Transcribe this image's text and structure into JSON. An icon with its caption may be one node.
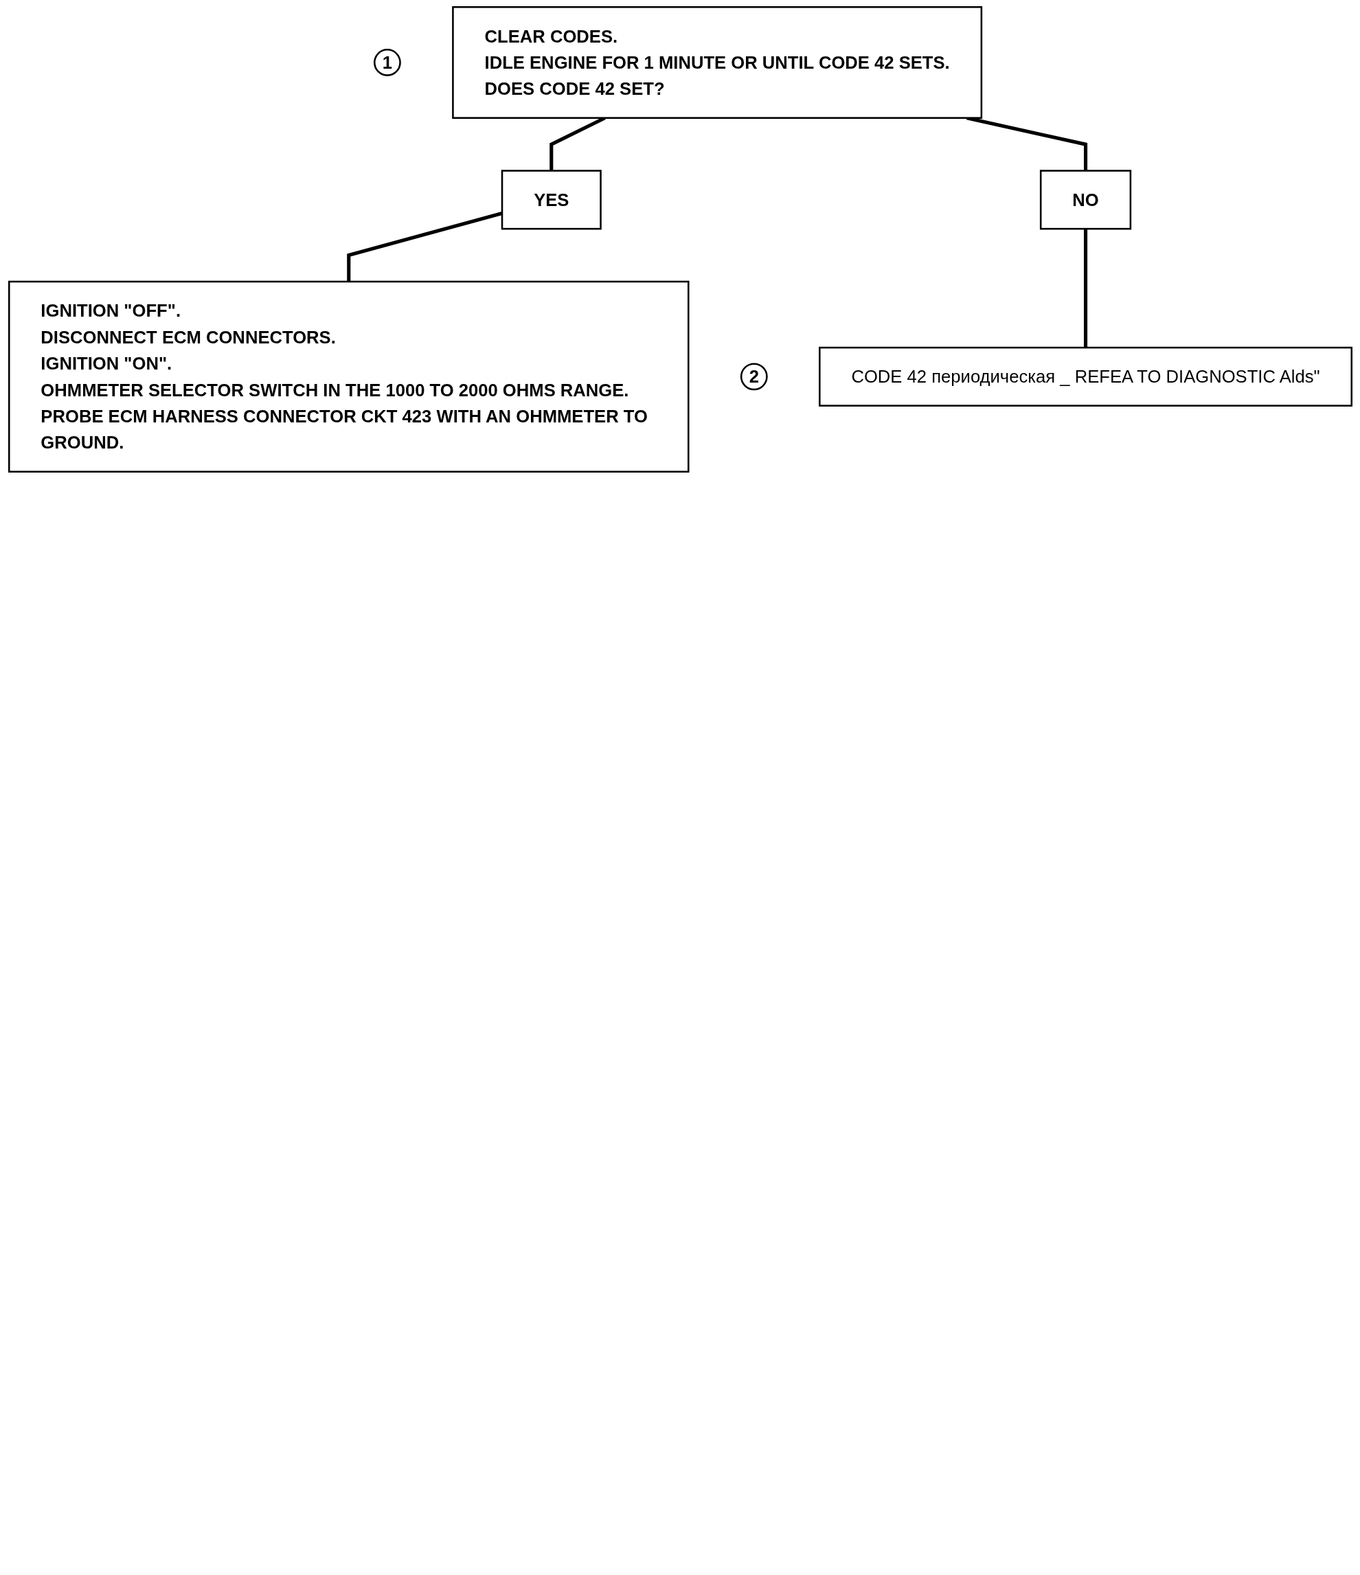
{
  "diagram": {
    "nodes": [
      {
        "text": [
          "1"
        ]
      },
      {
        "text": [
          "CLEAR CODES.",
          "IDLE ENGINE FOR 1 MINUTE OR UNTIL CODE 42 SETS.",
          "DOES CODE 42 SET?"
        ]
      },
      {
        "text": [
          "YES"
        ]
      },
      {
        "text": [
          "NO"
        ]
      },
      {
        "text": [
          "2"
        ]
      },
      {
        "text": [
          "IGNITION \"OFF\".",
          "DISCONNECT ECM CONNECTORS.",
          "IGNITION \"ON\".",
          "OHMMETER SELECTOR SWITCH IN THE 1000 TO 2000 OHMS RANGE.",
          "PROBE ECM HARNESS CONNECTOR CKT 423 WITH AN OHMMETER TO GROUND."
        ]
      },
      {
        "text": [
          "CODE 42 периодическая _ REFEA TO DIAGNOSTIC Alds\""
        ]
      }
    ],
    "edges": [
      {
        "from": 1,
        "to": 2,
        "arrow": "none"
      },
      {
        "from": 1,
        "to": 3,
        "arrow": "none"
      },
      {
        "from": 2,
        "to": 5,
        "arrow": "none"
      },
      {
        "from": 3,
        "to": 6,
        "arrow": "none"
      }
    ]
  }
}
